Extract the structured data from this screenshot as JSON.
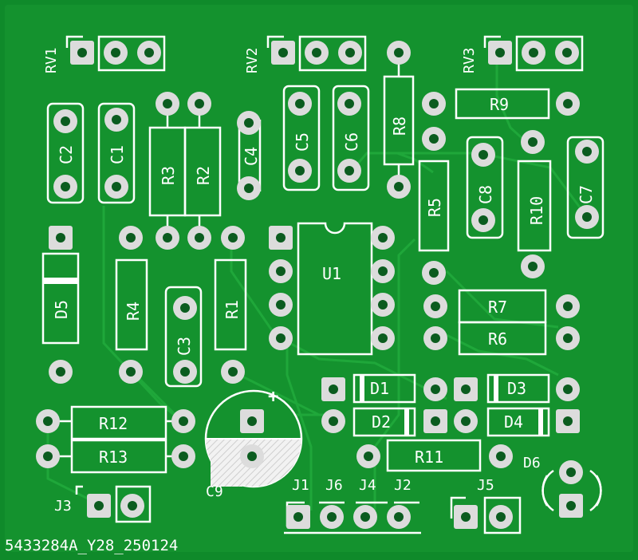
{
  "board": {
    "colors": {
      "base": "#0f8a2a",
      "copper": "#1a9c33",
      "silk": "#ffffff",
      "pad": "#dcdcdc",
      "hole": "#0b5c1f"
    },
    "footer_text": "5433284A_Y28_250124"
  },
  "labels": {
    "RV1": "RV1",
    "RV2": "RV2",
    "RV3": "RV3",
    "C1": "C1",
    "C2": "C2",
    "C3": "C3",
    "C4": "C4",
    "C5": "C5",
    "C6": "C6",
    "C7": "C7",
    "C8": "C8",
    "C9": "C9",
    "R1": "R1",
    "R2": "R2",
    "R3": "R3",
    "R4": "R4",
    "R5": "R5",
    "R6": "R6",
    "R7": "R7",
    "R8": "R8",
    "R9": "R9",
    "R10": "R10",
    "R11": "R11",
    "R12": "R12",
    "R13": "R13",
    "D1": "D1",
    "D2": "D2",
    "D3": "D3",
    "D4": "D4",
    "D5": "D5",
    "D6": "D6",
    "U1": "U1",
    "J1": "J1",
    "J2": "J2",
    "J3": "J3",
    "J4": "J4",
    "J5": "J5",
    "J6": "J6",
    "plus": "+"
  }
}
